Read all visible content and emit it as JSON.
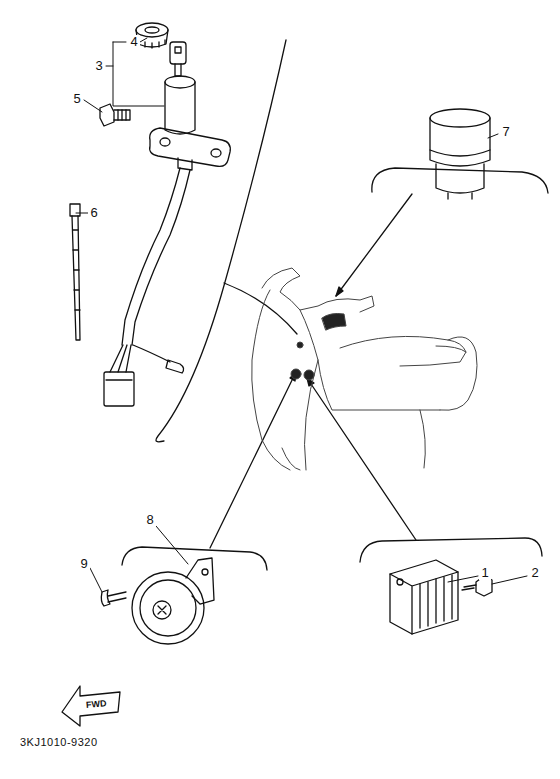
{
  "diagram": {
    "labels": [
      "4",
      "3",
      "5",
      "6",
      "7",
      "8",
      "9",
      "1",
      "2",
      "FWD",
      "3KJ1010-9320"
    ]
  }
}
